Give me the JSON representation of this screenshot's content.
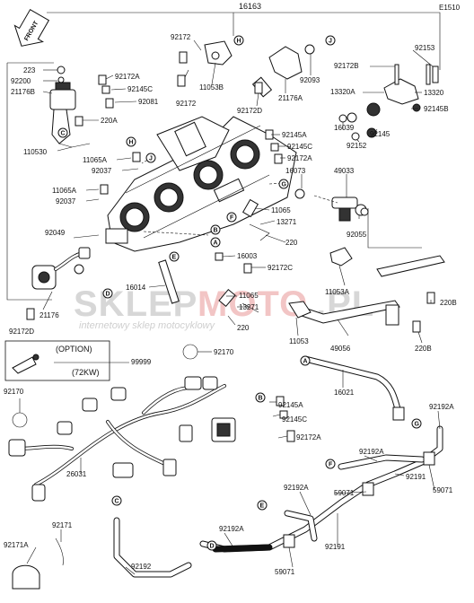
{
  "header": {
    "top_part": "16163",
    "diagram_code": "E1510",
    "front_arrow": "FRONT"
  },
  "watermark": {
    "brand_left": "SKLEP",
    "brand_mid": "MOTO",
    "brand_right": ".PL",
    "tagline": "internetowy sklep motocyklowy"
  },
  "option_box": {
    "title": "(OPTION)",
    "subtitle": "(72KW)",
    "part": "99999"
  },
  "parts": {
    "p92172": "92172",
    "p92172_b": "92172",
    "p92172A_1": "92172A",
    "p92172A_2": "92172A",
    "p92172A_3": "92172A",
    "p92172B": "92172B",
    "p92172D_1": "92172D",
    "p92172D_2": "92172D",
    "p92172C": "92172C",
    "p223": "223",
    "p92200": "92200",
    "p21176B": "21176B",
    "p220A": "220A",
    "p110530": "110530",
    "p92145C_1": "92145C",
    "p92145C_2": "92145C",
    "p92145C_3": "92145C",
    "p92081": "92081",
    "p11065A_1": "11065A",
    "p11065A_2": "11065A",
    "p92037_1": "92037",
    "p92037_2": "92037",
    "p92049": "92049",
    "p21176": "21176",
    "p11053B": "11053B",
    "p21176A": "21176A",
    "p92093": "92093",
    "p92153": "92153",
    "p13320A": "13320A",
    "p13320": "13320",
    "p16039": "16039",
    "p92145B": "92145B",
    "p92145": "92145",
    "p92152": "92152",
    "p92145A_1": "92145A",
    "p92145A_2": "92145A",
    "p16073": "16073",
    "p49033": "49033",
    "p11065_1": "11065",
    "p11065_2": "11065",
    "p13271_1": "13271",
    "p13271_2": "13271",
    "p220_1": "220",
    "p220_2": "220",
    "p16003": "16003",
    "p92055": "92055",
    "p16014": "16014",
    "p11053A": "11053A",
    "p220B_1": "220B",
    "p220B_2": "220B",
    "p11053": "11053",
    "p49056": "49056",
    "p16021": "16021",
    "p92170_1": "92170",
    "p92170_2": "92170",
    "p26031": "26031",
    "p92192A_1": "92192A",
    "p92192A_2": "92192A",
    "p92192A_3": "92192A",
    "p92192A_4": "92192A",
    "p92191_1": "92191",
    "p92191_2": "92191",
    "p59071_1": "59071",
    "p59071_2": "59071",
    "p59071_3": "59071",
    "p92171": "92171",
    "p92171A": "92171A",
    "p92192": "92192"
  },
  "refs": {
    "A": "A",
    "B": "B",
    "C": "C",
    "D": "D",
    "E": "E",
    "F": "F",
    "G": "G",
    "H": "H",
    "J": "J"
  }
}
